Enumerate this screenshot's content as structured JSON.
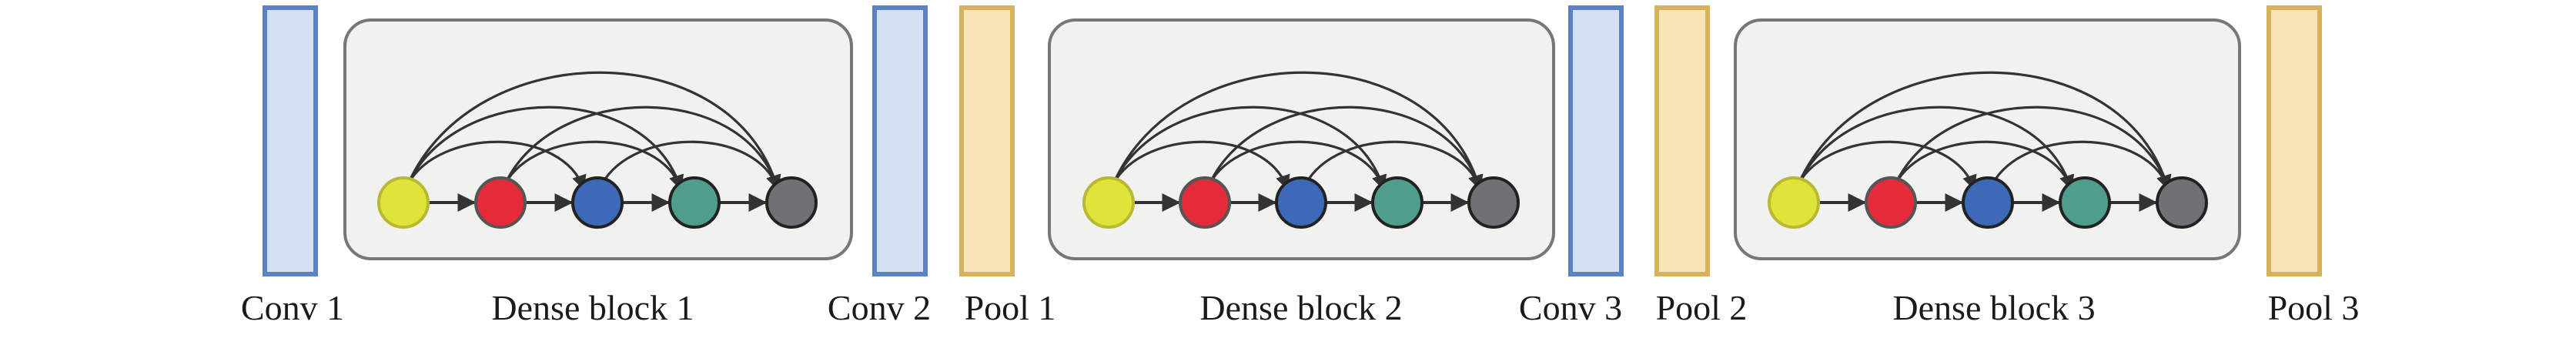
{
  "labels": {
    "conv1": "Conv 1",
    "dense1": "Dense block 1",
    "conv2": "Conv 2",
    "pool1": "Pool 1",
    "dense2": "Dense block 2",
    "conv3": "Conv 3",
    "pool2": "Pool 2",
    "dense3": "Dense block 3",
    "pool3": "Pool 3"
  },
  "colors": {
    "conv_fill": "#d3e1f3",
    "conv_stroke": "#5b82c2",
    "pool_fill": "#f8e5b8",
    "pool_stroke": "#d6b25c",
    "block_fill": "#f1f1f0",
    "block_stroke": "#777777",
    "edge": "#333333",
    "node_fills": [
      "#dfe43a",
      "#e32b3a",
      "#3c6ab9",
      "#4f9d8d",
      "#6f7175"
    ],
    "node_strokes": [
      "#b9b833",
      "#555555",
      "#222222",
      "#222222",
      "#222222"
    ]
  },
  "dense_block": {
    "nodes_per_block": 5
  }
}
